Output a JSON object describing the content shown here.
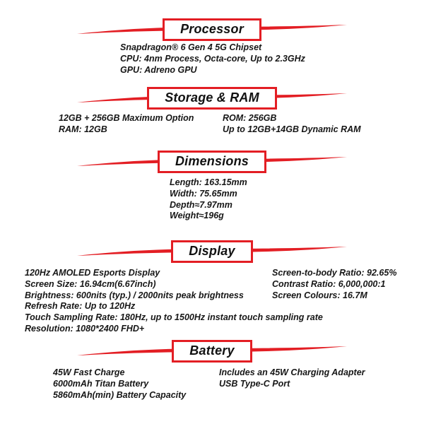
{
  "page": {
    "background": "#ffffff",
    "accent_red": "#e31e24",
    "text_color": "#161616"
  },
  "sections": [
    {
      "title": "Processor",
      "lines_left": [
        "Snapdragon® 6 Gen 4 5G Chipset",
        "CPU: 4nm Process, Octa-core, Up to 2.3GHz",
        "GPU: Adreno GPU"
      ],
      "lines_right": []
    },
    {
      "title": "Storage & RAM",
      "lines_left": [
        "12GB + 256GB Maximum Option",
        "RAM: 12GB"
      ],
      "lines_right": [
        "ROM: 256GB",
        "Up to 12GB+14GB Dynamic RAM"
      ]
    },
    {
      "title": "Dimensions",
      "lines_left": [
        "Length:  163.15mm",
        "Width:  75.65mm",
        "Depth≈7.97mm",
        "Weight≈196g"
      ],
      "lines_right": []
    },
    {
      "title": "Display",
      "lines_left": [
        "120Hz AMOLED Esports Display",
        "Screen Size: 16.94cm(6.67inch)",
        "Brightness: 600nits (typ.) / 2000nits peak brightness",
        "Refresh Rate: Up to 120Hz",
        "Touch Sampling Rate: 180Hz, up to 1500Hz  instant touch sampling rate",
        "Resolution: 1080*2400 FHD+"
      ],
      "lines_right": [
        "Screen-to-body Ratio: 92.65%",
        "Contrast Ratio: 6,000,000:1",
        "Screen Colours: 16.7M"
      ]
    },
    {
      "title": "Battery",
      "lines_left": [
        "45W Fast Charge",
        "6000mAh Titan Battery",
        "5860mAh(min) Battery Capacity"
      ],
      "lines_right": [
        "Includes an 45W Charging Adapter",
        "USB Type-C Port"
      ]
    }
  ]
}
